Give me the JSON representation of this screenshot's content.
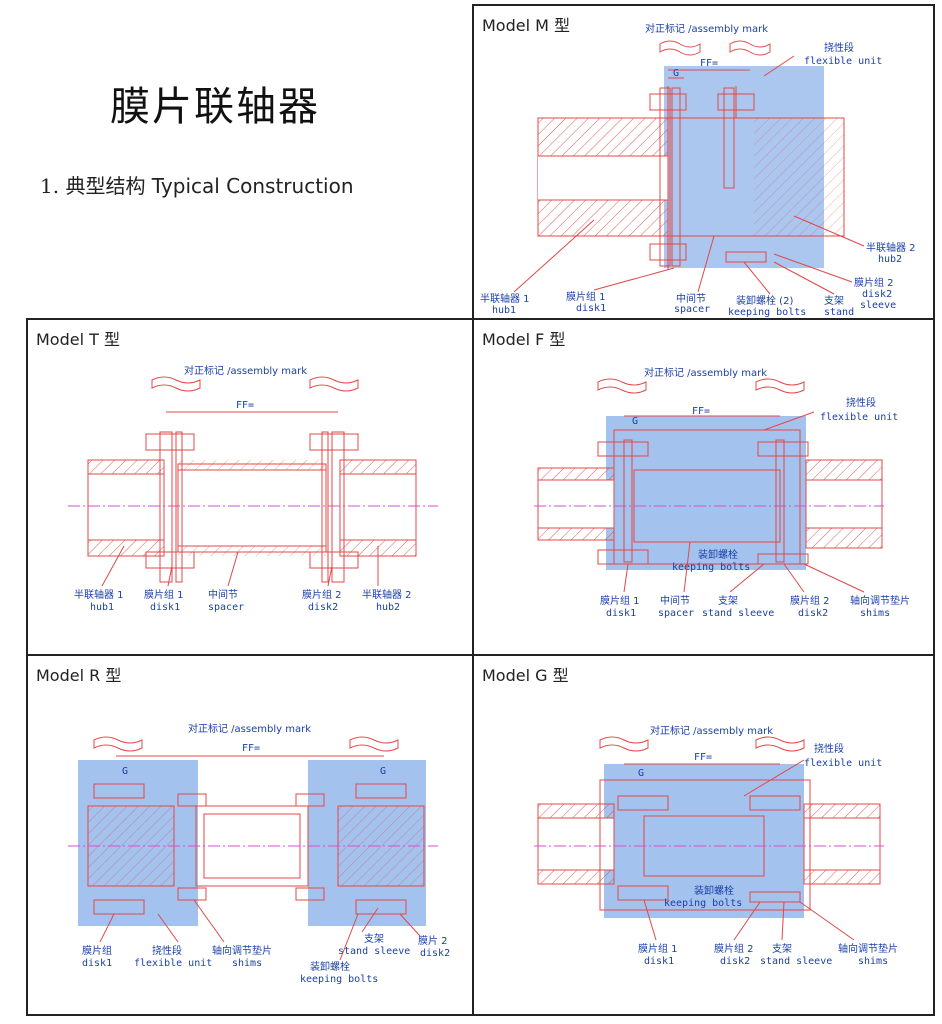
{
  "header": {
    "title": "膜片联轴器",
    "subtitle_num": "1.",
    "subtitle": "典型结构  Typical Construction"
  },
  "colors": {
    "line": "#e04848",
    "label": "#1a3fa8",
    "fill": "#5a8fe0"
  },
  "panels": {
    "m": {
      "title": "Model  M 型",
      "assembly": "对正标记 /assembly mark",
      "ff": "FF=",
      "g": "G",
      "flex_cn": "挠性段",
      "flex_en": "flexible unit",
      "hub2_cn": "半联轴器 2",
      "hub2_en": "hub2",
      "hub1_cn": "半联轴器 1",
      "hub1_en": "hub1",
      "disk_cn": "膜片组 1",
      "disk_en": "disk1",
      "spacer_cn": "中间节",
      "spacer_en": "spacer",
      "bolts_cn": "装卸螺栓 (2)",
      "bolts_en": "keeping bolts",
      "stand_cn": "支架",
      "stand_en": "stand",
      "disk2_cn": "膜片组 2",
      "disk2_en": "disk2",
      "sleeve_en": "sleeve"
    },
    "t": {
      "title": "Model  T 型",
      "assembly": "对正标记 /assembly mark",
      "ff": "FF=",
      "hub1_cn": "半联轴器 1",
      "hub1_en": "hub1",
      "disk1_cn": "膜片组 1",
      "disk1_en": "disk1",
      "spacer_cn": "中间节",
      "spacer_en": "spacer",
      "disk2_cn": "膜片组 2",
      "disk2_en": "disk2",
      "hub2_cn": "半联轴器 2",
      "hub2_en": "hub2"
    },
    "f": {
      "title": "Model F 型",
      "assembly": "对正标记 /assembly mark",
      "ff": "FF=",
      "g": "G",
      "flex_cn": "挠性段",
      "flex_en": "flexible unit",
      "bolts_cn": "装卸螺栓",
      "bolts_en": "keeping bolts",
      "disk1_cn": "膜片组 1",
      "disk1_en": "disk1",
      "spacer_cn": "中间节",
      "spacer_en": "spacer",
      "stand_cn": "支架",
      "stand_en": "stand sleeve",
      "disk2_cn": "膜片组 2",
      "disk2_en": "disk2",
      "shims_cn": "轴向调节垫片",
      "shims_en": "shims"
    },
    "r": {
      "title": "Model R 型",
      "assembly": "对正标记 /assembly mark",
      "ff": "FF=",
      "g": "G",
      "disk_cn": "膜片组",
      "disk_en": "disk1",
      "flex_cn": "挠性段",
      "flex_en": "flexible unit",
      "shims_cn": "轴向调节垫片",
      "shims_en": "shims",
      "stand_cn": "支架",
      "stand_en": "stand sleeve",
      "disk2_cn": "膜片 2",
      "disk2_en": "disk2",
      "bolts_cn": "装卸螺栓",
      "bolts_en": "keeping bolts"
    },
    "g": {
      "title": "Model G 型",
      "assembly": "对正标记 /assembly mark",
      "ff": "FF=",
      "g": "G",
      "flex_cn": "挠性段",
      "flex_en": "flexible unit",
      "bolts_cn": "装卸螺栓",
      "bolts_en": "keeping bolts",
      "disk1_cn": "膜片组 1",
      "disk1_en": "disk1",
      "disk2_cn": "膜片组 2",
      "disk2_en": "disk2",
      "stand_cn": "支架",
      "stand_en": "stand sleeve",
      "shims_cn": "轴向调节垫片",
      "shims_en": "shims"
    }
  }
}
